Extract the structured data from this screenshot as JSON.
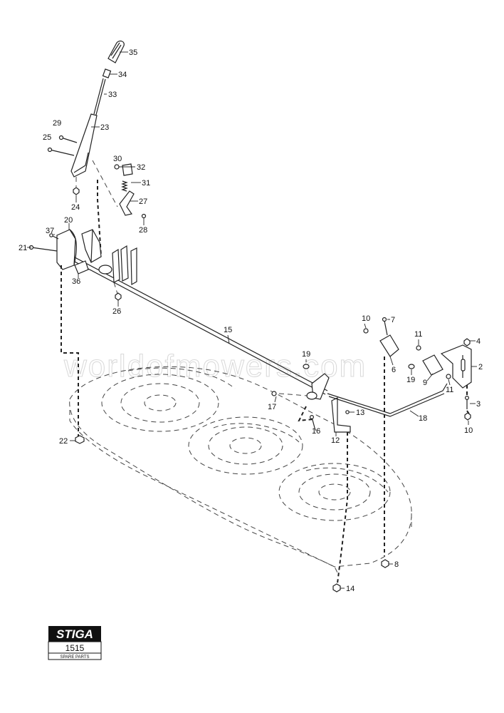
{
  "watermark": "worldofmowers.com",
  "brand": {
    "logo": "STIGA",
    "code": "1515",
    "caption": "SPARE PARTS"
  },
  "callouts": {
    "p35": "35",
    "p34": "34",
    "p33": "33",
    "p23": "23",
    "p29": "29",
    "p25": "25",
    "p30": "30",
    "p32": "32",
    "p31": "31",
    "p27": "27",
    "p24": "24",
    "p28": "28",
    "p20": "20",
    "p37": "37",
    "p21": "21",
    "p36": "36",
    "p26": "26",
    "p15": "15",
    "p10a": "10",
    "p7": "7",
    "p11a": "11",
    "p4": "4",
    "p6": "6",
    "p19a": "19",
    "p9": "9",
    "p11b": "11",
    "p2": "2",
    "p3": "3",
    "p10b": "10",
    "p18": "18",
    "p19b": "19",
    "p17": "17",
    "p16": "16",
    "p13": "13",
    "p12": "12",
    "p22": "22",
    "p8": "8",
    "p14": "14"
  }
}
